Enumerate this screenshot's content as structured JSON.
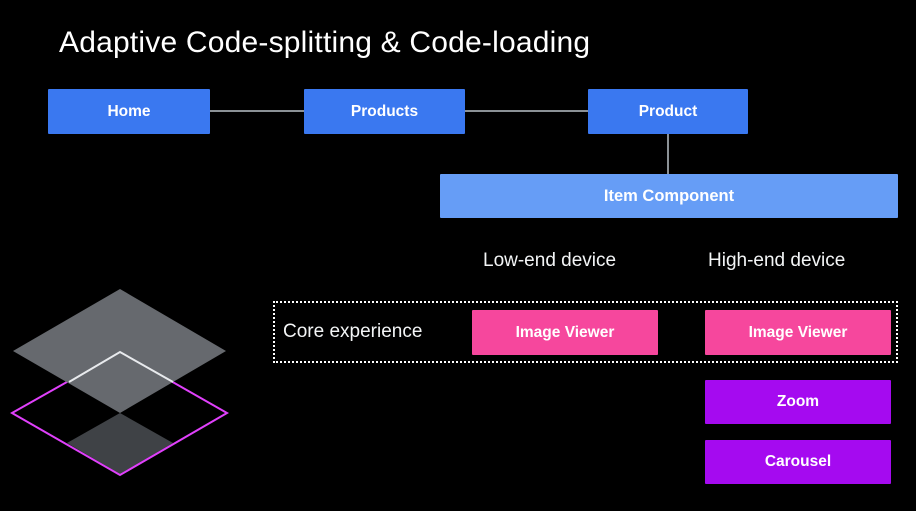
{
  "slide": {
    "title": "Adaptive Code-splitting & Code-loading",
    "background_color": "#000000"
  },
  "route_graph": {
    "nodes": [
      {
        "label": "Home"
      },
      {
        "label": "Products"
      },
      {
        "label": "Product"
      }
    ],
    "child_component": {
      "label": "Item Component"
    },
    "node_color": "#3A78F0",
    "child_color": "#669DF6",
    "connector_color": "#8B9196"
  },
  "device_columns": {
    "low_label": "Low-end device",
    "high_label": "High-end device"
  },
  "core_experience": {
    "label": "Core experience",
    "low_module": "Image Viewer",
    "high_module": "Image Viewer",
    "module_color": "#F6479D",
    "border_style": "white dotted"
  },
  "high_end_extras": {
    "modules": [
      {
        "label": "Zoom"
      },
      {
        "label": "Carousel"
      }
    ],
    "module_color": "#A50AF0"
  },
  "layers_graphic": {
    "description": "isometric stacked layer planes",
    "top_layer_color": "#66696E",
    "outline_layer_color": "#E040FB",
    "bottom_layer_color": "#3F4246",
    "highlight_color": "#E8EAED"
  }
}
